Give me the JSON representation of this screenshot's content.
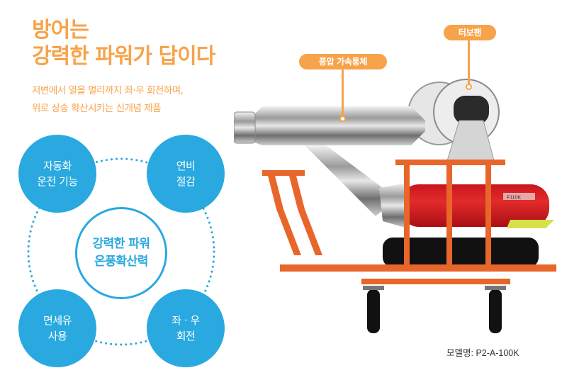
{
  "headline": {
    "line1": "방어는",
    "line2": "강력한 파워가 답이다",
    "color": "#F7A34A"
  },
  "subtext": {
    "line1": "저변에서 열을 멀리까지  좌·우 회전하며,",
    "line2": "위로 상승 확산시키는 신개념 제품"
  },
  "diagram": {
    "accent_color": "#29A9E0",
    "center": {
      "line1": "강력한 파워",
      "line2": "온풍확산력"
    },
    "features": [
      {
        "line1": "자동화",
        "line2": "운전 기능"
      },
      {
        "line1": "연비",
        "line2": "절감"
      },
      {
        "line1": "면세유",
        "line2": "사용"
      },
      {
        "line1": "좌 · 우",
        "line2": "회전"
      }
    ]
  },
  "callouts": {
    "duct": "풍압 가속통체",
    "turbo_fan": "터보팬"
  },
  "machine": {
    "heater_label": "F110K"
  },
  "model": "모델명: P2-A-100K"
}
